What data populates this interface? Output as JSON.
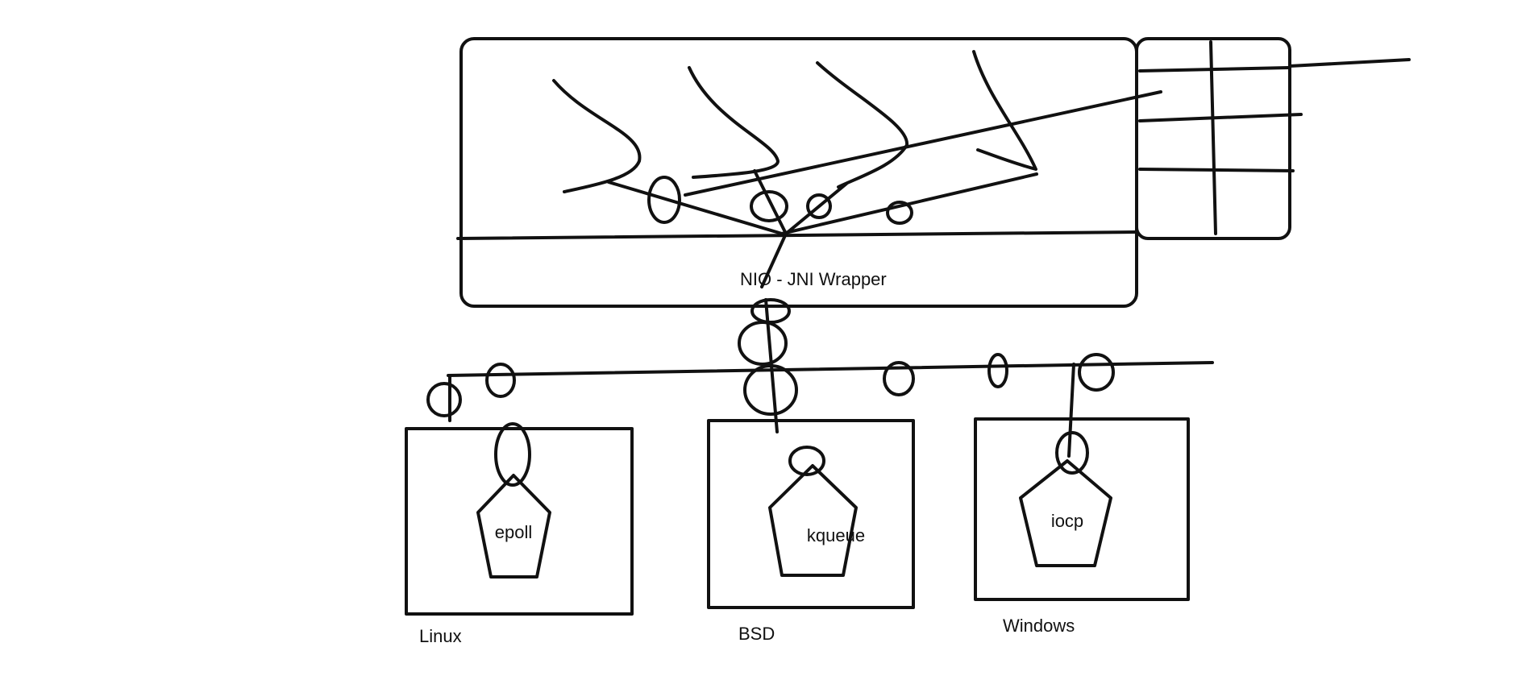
{
  "diagram": {
    "wrapper_label": "NIO - JNI Wrapper",
    "platforms": [
      {
        "os": "Linux",
        "mechanism": "epoll"
      },
      {
        "os": "BSD",
        "mechanism": "kqueue"
      },
      {
        "os": "Windows",
        "mechanism": "iocp"
      }
    ],
    "stroke_color": "#111111",
    "background_color": "#ffffff"
  }
}
